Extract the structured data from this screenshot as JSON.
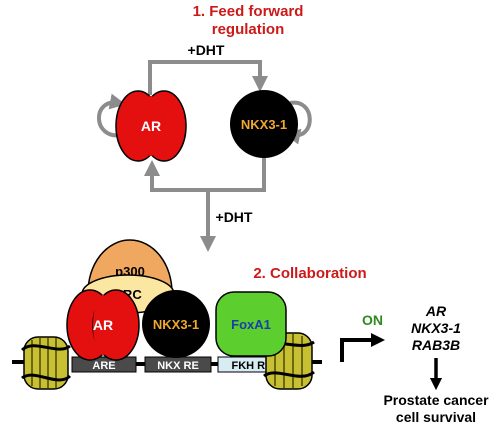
{
  "title": {
    "line1": "1. Feed forward",
    "line2": "regulation",
    "color": "#cc1a1a"
  },
  "signal_top": "+DHT",
  "signal_mid": "+DHT",
  "nodes": {
    "ar": "AR",
    "nkx": "NKX3-1",
    "p300": "p300",
    "src": "SRC",
    "ar2": "AR",
    "nkx2": "NKX3-1",
    "foxa1": "FoxA1"
  },
  "section2": {
    "label": "2. Collaboration",
    "color": "#cc1a1a"
  },
  "elements": {
    "are": "ARE",
    "nkxre": "NKX RE",
    "fkhre": "FKH RE"
  },
  "on_label": "ON",
  "targets": [
    "AR",
    "NKX3-1",
    "RAB3B"
  ],
  "outcome": {
    "line1": "Prostate cancer",
    "line2": "cell survival"
  },
  "colors": {
    "ar_red": "#e41010",
    "nkx_black": "#000000",
    "nkx_text": "#f0a830",
    "p300": "#f0a860",
    "src": "#fbe6a2",
    "foxa1": "#5ccf2e",
    "arrow_gray": "#8c8c8c",
    "on_green": "#2f8a1f",
    "nucleosome": "#c8c033"
  }
}
